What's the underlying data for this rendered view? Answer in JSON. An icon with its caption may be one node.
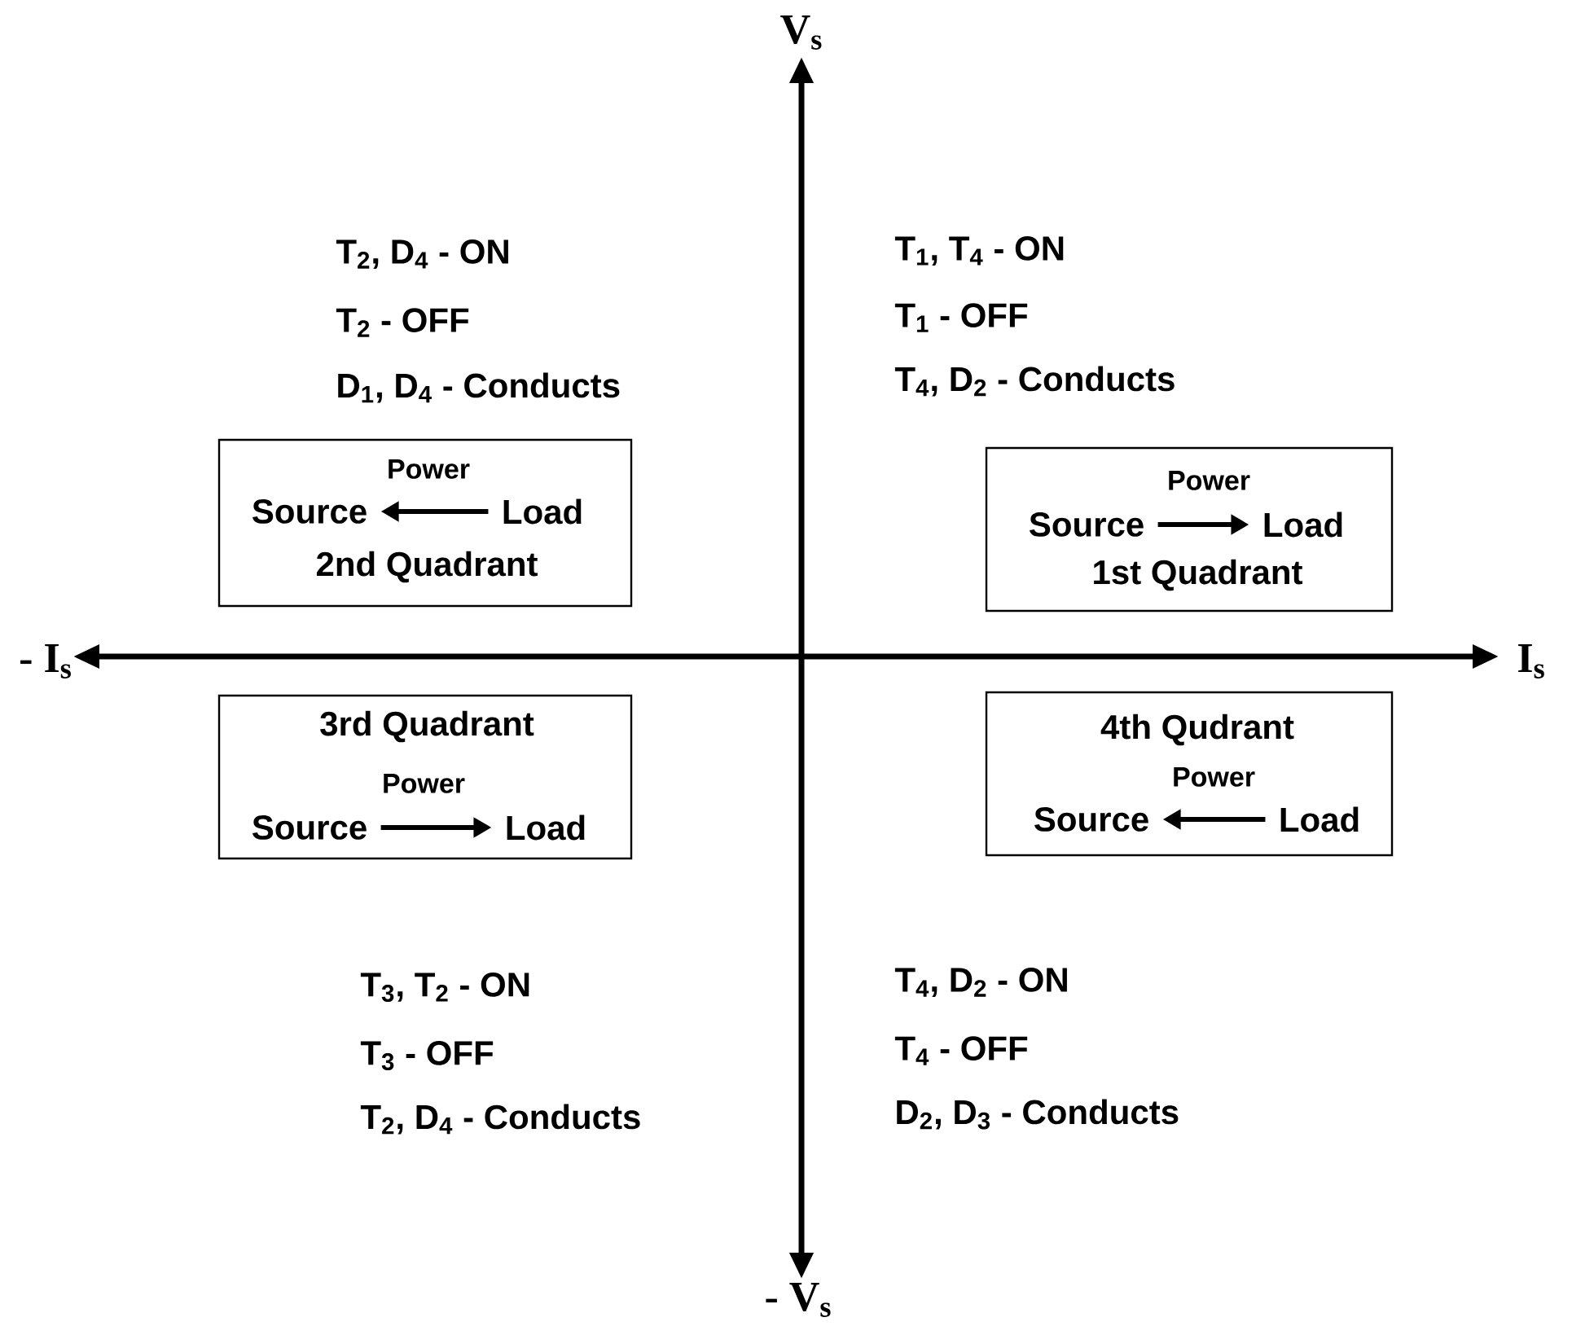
{
  "diagram": {
    "nodes": [
      {
        "text": [
          "Power",
          "2nd Quadrant"
        ]
      },
      {
        "text": [
          "Source"
        ],
        "in": 0
      },
      {
        "text": [
          "Load"
        ],
        "in": 0
      },
      {
        "text": [
          "Power",
          "1st Quadrant"
        ]
      },
      {
        "text": [
          "Source"
        ],
        "in": 3
      },
      {
        "text": [
          "Load"
        ],
        "in": 3
      },
      {
        "text": [
          "3rd Quadrant",
          "Power"
        ]
      },
      {
        "text": [
          "Source"
        ],
        "in": 6
      },
      {
        "text": [
          "Load"
        ],
        "in": 6
      },
      {
        "text": [
          "4th Qudrant",
          "Power"
        ]
      },
      {
        "text": [
          "Source"
        ],
        "in": 9
      },
      {
        "text": [
          "Load"
        ],
        "in": 9
      }
    ],
    "edges": [
      {
        "from": 2,
        "to": 1,
        "arrow": "to"
      },
      {
        "from": 4,
        "to": 5,
        "arrow": "to"
      },
      {
        "from": 7,
        "to": 8,
        "arrow": "to"
      },
      {
        "from": 11,
        "to": 10,
        "arrow": "to"
      }
    ],
    "labels": [
      "V$_{s}$",
      "T$_{2}$, D$_{4}$ - ON",
      "T$_{2}$ - OFF",
      "D$_{1}$, D$_{4}$ - Conducts",
      "T$_{1}$, T$_{4}$ - ON",
      "T$_{1}$ - OFF",
      "T$_{4}$, D$_{2}$ - Conducts",
      "- I$_{s}$",
      "I$_{s}$",
      "T$_{3}$, T$_{2}$ - ON",
      "T$_{3}$ - OFF",
      "T$_{2}$, D$_{4}$ - Conducts",
      "T$_{4}$, D$_{2}$ - ON",
      "T$_{4}$ - OFF",
      "D$_{2}$, D$_{3}$ - Conducts",
      "- V$_{s}$"
    ]
  }
}
